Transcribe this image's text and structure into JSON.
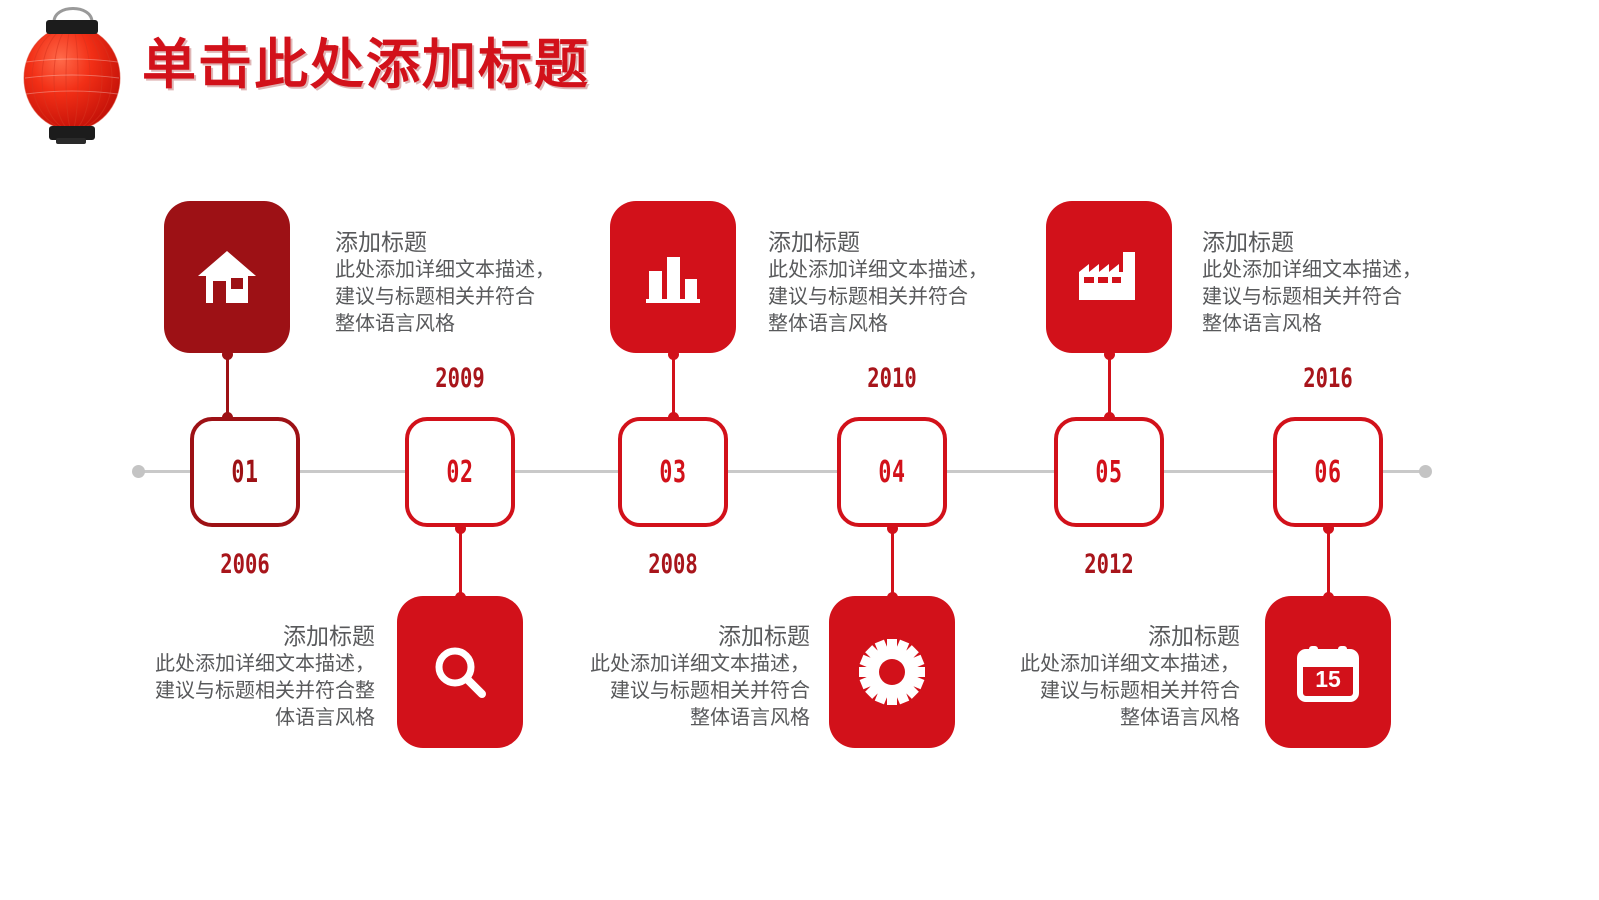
{
  "header": {
    "title": "单击此处添加标题",
    "lantern_icon": "red-lantern",
    "title_color": "#d2111a"
  },
  "theme": {
    "primary_red": "#d2111a",
    "dark_red": "#9d1115",
    "text_gray": "#58595b",
    "axis_gray": "#c9c9c9"
  },
  "timeline": {
    "items": [
      {
        "number": "01",
        "year": "2006",
        "year_position": "below",
        "card_position": "above",
        "icon": "home-icon",
        "color": "dark",
        "title": "添加标题",
        "desc_lines": [
          "此处添加详细文本描述，",
          "建议与标题相关并符合",
          "整体语言风格"
        ],
        "text_align": "left"
      },
      {
        "number": "02",
        "year": "2009",
        "year_position": "above",
        "card_position": "below",
        "icon": "search-icon",
        "color": "bright",
        "title": "添加标题",
        "desc_lines": [
          "此处添加详细文本描述，",
          "建议与标题相关并符合整",
          "体语言风格"
        ],
        "text_align": "right"
      },
      {
        "number": "03",
        "year": "2008",
        "year_position": "below",
        "card_position": "above",
        "icon": "bar-chart-icon",
        "color": "bright",
        "title": "添加标题",
        "desc_lines": [
          "此处添加详细文本描述，",
          "建议与标题相关并符合",
          "整体语言风格"
        ],
        "text_align": "left"
      },
      {
        "number": "04",
        "year": "2010",
        "year_position": "above",
        "card_position": "below",
        "icon": "gear-icon",
        "color": "bright",
        "title": "添加标题",
        "desc_lines": [
          "此处添加详细文本描述，",
          "建议与标题相关并符合",
          "整体语言风格"
        ],
        "text_align": "right"
      },
      {
        "number": "05",
        "year": "2012",
        "year_position": "below",
        "card_position": "above",
        "icon": "factory-icon",
        "color": "bright",
        "title": "添加标题",
        "desc_lines": [
          "此处添加详细文本描述，",
          "建议与标题相关并符合",
          "整体语言风格"
        ],
        "text_align": "left"
      },
      {
        "number": "06",
        "year": "2016",
        "year_position": "above",
        "card_position": "below",
        "icon": "calendar-icon",
        "calendar_day": "15",
        "color": "bright",
        "title": "添加标题",
        "desc_lines": [
          "此处添加详细文本描述，",
          "建议与标题相关并符合",
          "整体语言风格"
        ],
        "text_align": "right"
      }
    ]
  }
}
